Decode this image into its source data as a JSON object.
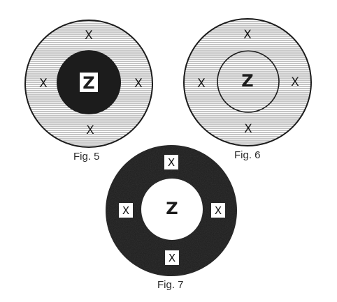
{
  "colors": {
    "ink": "#1c1c1c",
    "paper": "#ffffff",
    "hatch": "#8a8a8a"
  },
  "figures": [
    {
      "caption": "Fig. 5",
      "center_label": "Z",
      "marks": [
        "X",
        "X",
        "X",
        "X"
      ]
    },
    {
      "caption": "Fig. 6",
      "center_label": "Z",
      "marks": [
        "X",
        "X",
        "X",
        "X"
      ]
    },
    {
      "caption": "Fig. 7",
      "center_label": "Z",
      "marks": [
        "X",
        "X",
        "X",
        "X"
      ]
    }
  ]
}
